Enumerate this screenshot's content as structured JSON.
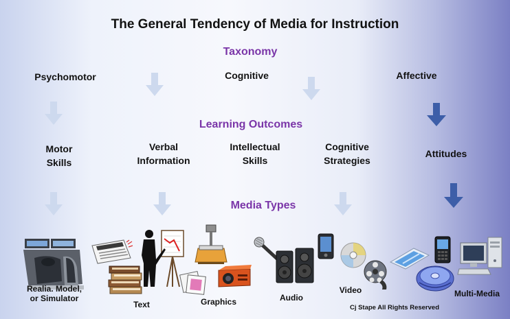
{
  "title": "The General Tendency of Media for Instruction",
  "headings": {
    "taxonomy": "Taxonomy",
    "learning_outcomes": "Learning Outcomes",
    "media_types": "Media Types"
  },
  "taxonomy": [
    "Psychomotor",
    "Cognitive",
    "Affective"
  ],
  "outcomes": {
    "motor_skills": [
      "Motor",
      "Skills"
    ],
    "verbal_information": [
      "Verbal",
      "Information"
    ],
    "intellectual_skills": [
      "Intellectual",
      "Skills"
    ],
    "cognitive_strategies": [
      "Cognitive",
      "Strategies"
    ],
    "attitudes": "Attitudes"
  },
  "media": {
    "realia": [
      "Realia. Model,",
      "or Simulator"
    ],
    "text": "Text",
    "graphics": "Graphics",
    "audio": "Audio",
    "video": "Video",
    "multimedia": "Multi-Media"
  },
  "copyright": "Cj Stape All Rights Reserved",
  "colors": {
    "heading": "#7a35a8",
    "arrow_light": "#cdd9ee",
    "arrow_dark": "#3d5ea8"
  }
}
